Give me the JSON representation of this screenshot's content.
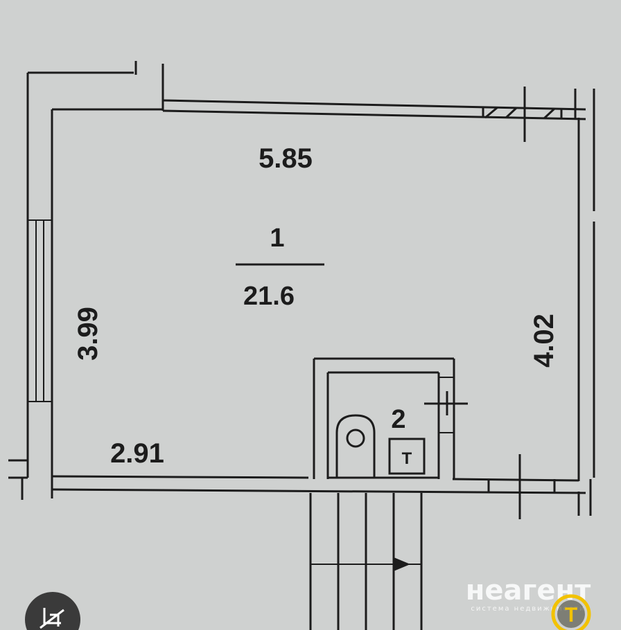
{
  "plan": {
    "room_main": {
      "number": "1",
      "area": "21.6"
    },
    "room_bath": {
      "number": "2"
    },
    "dimensions": {
      "top": "5.85",
      "left": "3.99",
      "right": "4.02",
      "bottom_left": "2.91"
    },
    "fixture_label": "T"
  },
  "watermark": {
    "brand": "неагент",
    "tagline": "система недвижимости",
    "badge_letter": "T"
  },
  "colors": {
    "background": "#cfd1d0",
    "line": "#1c1c1c",
    "accent_badge": "#f2c200"
  },
  "icons": {
    "corner_button": "rotate-crop-icon"
  }
}
